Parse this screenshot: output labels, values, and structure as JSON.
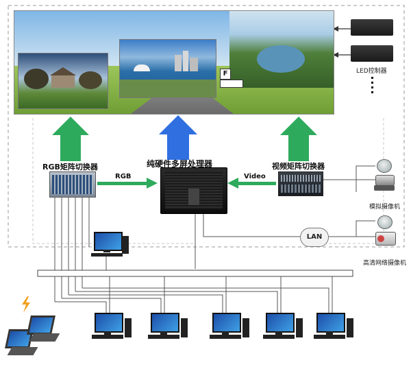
{
  "labels": {
    "rgb_switcher": "RGB矩阵切换器",
    "processor": "纯硬件多屏处理器",
    "video_switcher": "视频矩阵切换器",
    "rgb_link": "RGB",
    "video_link": "Video",
    "lan": "LAN",
    "led_controller": "LED控制器",
    "analog_camera": "模拟摄像机",
    "hd_camera": "高清网络摄像机",
    "sign_letter": "F"
  },
  "colors": {
    "green_arrow": "#2eaa5c",
    "blue_arrow": "#2f6fe0",
    "screen_bg": "#e9f2f8"
  }
}
